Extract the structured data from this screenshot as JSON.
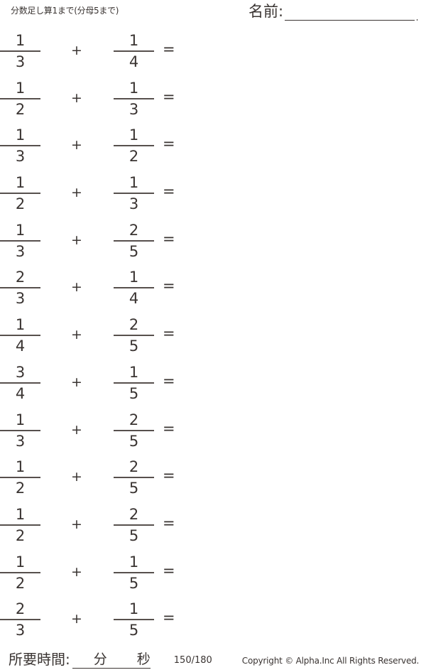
{
  "header": {
    "title": "分数足し算1まで(分母5まで)",
    "name_label": "名前:"
  },
  "problems": [
    {
      "a": {
        "num": "1",
        "den": "3"
      },
      "op": "+",
      "b": {
        "num": "1",
        "den": "4"
      },
      "eq": "="
    },
    {
      "a": {
        "num": "1",
        "den": "2"
      },
      "op": "+",
      "b": {
        "num": "1",
        "den": "3"
      },
      "eq": "="
    },
    {
      "a": {
        "num": "1",
        "den": "3"
      },
      "op": "+",
      "b": {
        "num": "1",
        "den": "2"
      },
      "eq": "="
    },
    {
      "a": {
        "num": "1",
        "den": "2"
      },
      "op": "+",
      "b": {
        "num": "1",
        "den": "3"
      },
      "eq": "="
    },
    {
      "a": {
        "num": "1",
        "den": "3"
      },
      "op": "+",
      "b": {
        "num": "2",
        "den": "5"
      },
      "eq": "="
    },
    {
      "a": {
        "num": "2",
        "den": "3"
      },
      "op": "+",
      "b": {
        "num": "1",
        "den": "4"
      },
      "eq": "="
    },
    {
      "a": {
        "num": "1",
        "den": "4"
      },
      "op": "+",
      "b": {
        "num": "2",
        "den": "5"
      },
      "eq": "="
    },
    {
      "a": {
        "num": "3",
        "den": "4"
      },
      "op": "+",
      "b": {
        "num": "1",
        "den": "5"
      },
      "eq": "="
    },
    {
      "a": {
        "num": "1",
        "den": "3"
      },
      "op": "+",
      "b": {
        "num": "2",
        "den": "5"
      },
      "eq": "="
    },
    {
      "a": {
        "num": "1",
        "den": "2"
      },
      "op": "+",
      "b": {
        "num": "2",
        "den": "5"
      },
      "eq": "="
    },
    {
      "a": {
        "num": "1",
        "den": "2"
      },
      "op": "+",
      "b": {
        "num": "2",
        "den": "5"
      },
      "eq": "="
    },
    {
      "a": {
        "num": "1",
        "den": "2"
      },
      "op": "+",
      "b": {
        "num": "1",
        "den": "5"
      },
      "eq": "="
    },
    {
      "a": {
        "num": "2",
        "den": "3"
      },
      "op": "+",
      "b": {
        "num": "1",
        "den": "5"
      },
      "eq": "="
    }
  ],
  "footer": {
    "time_label": "所要時間:",
    "minutes_unit": "分",
    "seconds_unit": "秒",
    "page_count": "150/180",
    "copyright": "Copyright ©  Alpha.Inc All Rights Reserved."
  }
}
